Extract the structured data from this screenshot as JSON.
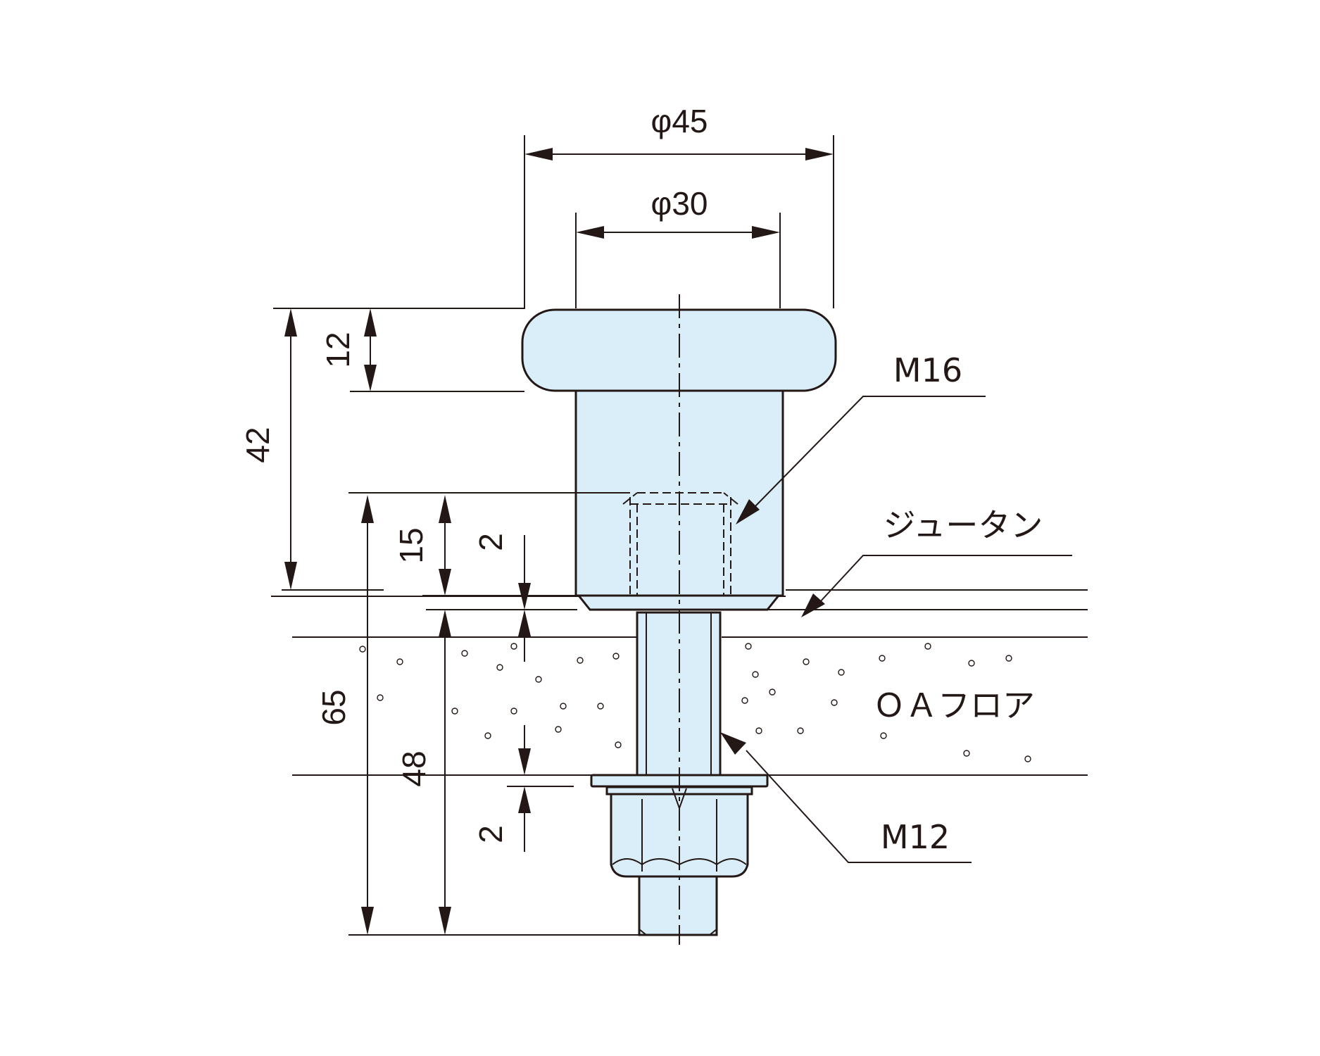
{
  "dimensions": {
    "head_diameter": "φ45",
    "body_diameter": "φ30",
    "head_height": "12",
    "overall_height": "42",
    "thread_depth": "15",
    "carpet_gap": "2",
    "total_length": "65",
    "floor_length": "48",
    "nut_gap": "2"
  },
  "callouts": {
    "upper_thread": "M16",
    "carpet": "ジュータン",
    "floor": "ＯＡフロア",
    "lower_thread": "M12"
  },
  "colors": {
    "part_fill": "#d9eef8",
    "line": "#231815"
  }
}
